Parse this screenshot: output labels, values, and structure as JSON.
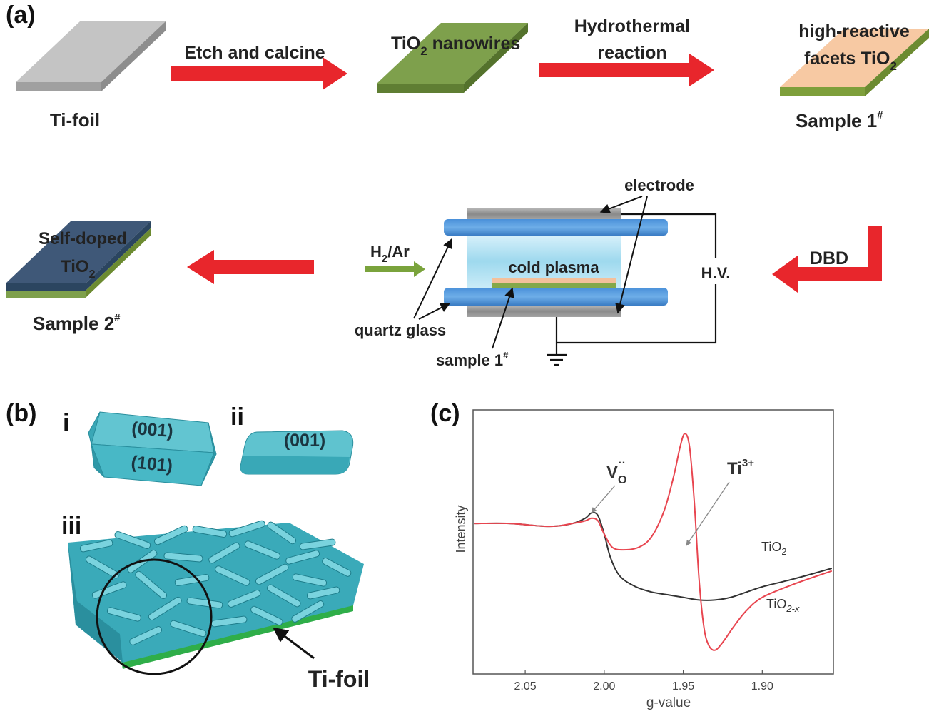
{
  "panel_a": {
    "label": "(a)",
    "ti_foil_label": "Ti-foil",
    "etch_label": "Etch and calcine",
    "nanowires_label": "TiO",
    "nanowires_sub": "2",
    "nanowires_tail": " nanowires",
    "hydro_line1": "Hydrothermal",
    "hydro_line2": "reaction",
    "facets_line1": "high-reactive",
    "facets_line2": "facets TiO",
    "facets_sub": "2",
    "sample1": "Sample 1",
    "sample1_sup": "#",
    "dbd": "DBD",
    "electrode": "electrode",
    "cold_plasma": "cold plasma",
    "hv": "H.V.",
    "gas_main": "H",
    "gas_sub": "2",
    "gas_tail": "/Ar",
    "quartz": "quartz glass",
    "sample1_small": "sample 1",
    "sample1_small_sup": "#",
    "selfdoped_line1": "Self-doped",
    "selfdoped_line2": "TiO",
    "selfdoped_sub": "2",
    "sample2": "Sample 2",
    "sample2_sup": "#"
  },
  "panel_b": {
    "label": "(b)",
    "i": "i",
    "ii": "ii",
    "iii": "iii",
    "facet_001": "(001)",
    "facet_101": "(101)",
    "facet_001_b": "(001)",
    "ti_foil": "Ti-foil"
  },
  "panel_c": {
    "label": "(c)",
    "vo_main": "V",
    "vo_sub": "O",
    "vo_sup": "··",
    "ti3_main": "Ti",
    "ti3_sup": "3+",
    "tio2_main": "TiO",
    "tio2_sub": "2",
    "tio2x_main": "TiO",
    "tio2x_sub": "2-x"
  },
  "chart_data": {
    "type": "line",
    "xlabel": "g-value",
    "ylabel": "Intensity",
    "x_reversed": true,
    "xlim": [
      2.083,
      1.855
    ],
    "xticks": [
      "2.05",
      "2.00",
      "1.95",
      "1.90"
    ],
    "colors": {
      "TiO2": "#333333",
      "TiO2-x": "#e8454f"
    },
    "series": [
      {
        "name": "TiO2",
        "x": [
          2.082,
          2.06,
          2.04,
          2.03,
          2.02,
          2.012,
          2.008,
          2.004,
          2.0,
          1.996,
          1.99,
          1.98,
          1.97,
          1.96,
          1.95,
          1.94,
          1.93,
          1.92,
          1.91,
          1.9,
          1.88,
          1.856
        ],
        "y": [
          0.57,
          0.57,
          0.56,
          0.56,
          0.57,
          0.59,
          0.61,
          0.6,
          0.53,
          0.44,
          0.37,
          0.33,
          0.31,
          0.3,
          0.29,
          0.28,
          0.28,
          0.29,
          0.31,
          0.33,
          0.36,
          0.4
        ]
      },
      {
        "name": "TiO2-x",
        "x": [
          2.082,
          2.06,
          2.04,
          2.03,
          2.02,
          2.012,
          2.008,
          2.004,
          2.0,
          1.995,
          1.988,
          1.978,
          1.97,
          1.962,
          1.956,
          1.952,
          1.949,
          1.946,
          1.943,
          1.94,
          1.937,
          1.934,
          1.93,
          1.925,
          1.918,
          1.91,
          1.9,
          1.88,
          1.856
        ],
        "y": [
          0.57,
          0.57,
          0.56,
          0.56,
          0.57,
          0.58,
          0.59,
          0.58,
          0.53,
          0.48,
          0.47,
          0.48,
          0.52,
          0.62,
          0.75,
          0.86,
          0.91,
          0.86,
          0.65,
          0.36,
          0.18,
          0.11,
          0.09,
          0.12,
          0.18,
          0.24,
          0.29,
          0.34,
          0.39
        ]
      }
    ]
  }
}
